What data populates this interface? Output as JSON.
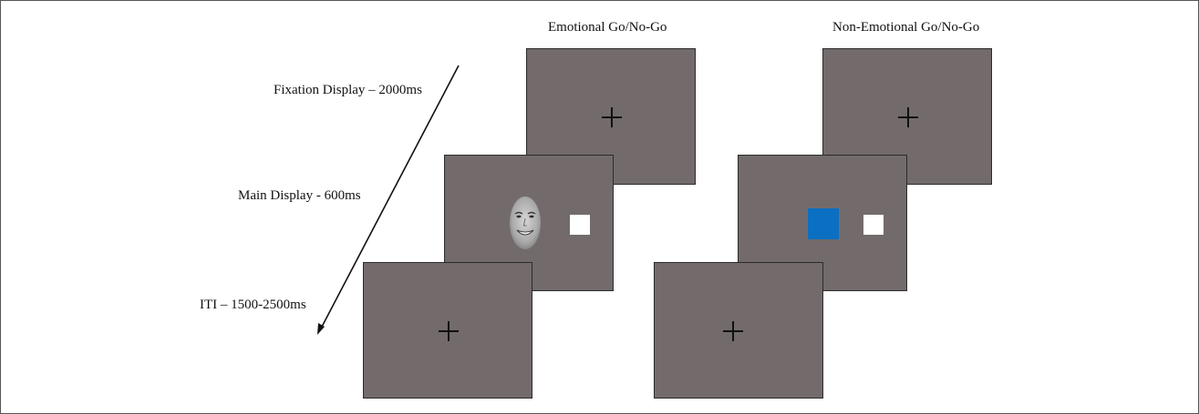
{
  "conditions": {
    "emotional_title": "Emotional Go/No-Go",
    "non_emotional_title": "Non-Emotional Go/No-Go"
  },
  "phases": {
    "fixation": "Fixation Display – 2000ms",
    "main": "Main Display - 600ms",
    "iti": "ITI – 1500-2500ms"
  },
  "colors": {
    "screen_gray": "#736b6b",
    "go_blue": "#0b6fc2",
    "target_white": "#ffffff"
  },
  "icons": [
    "fixation-cross-icon",
    "face-stimulus-icon",
    "blue-square-icon",
    "white-square-icon",
    "time-arrow-icon"
  ]
}
